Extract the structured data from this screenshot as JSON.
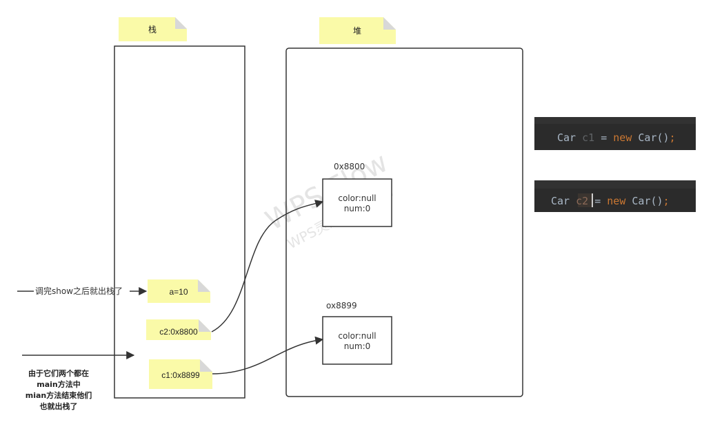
{
  "stack": {
    "label": "栈"
  },
  "heap": {
    "label": "堆"
  },
  "watermark": {
    "line1": "WPS Flow",
    "line2": "WPS灵感·协同助力"
  },
  "objects": [
    {
      "address": "0x8800",
      "field1": "color:null",
      "field2": "num:0"
    },
    {
      "address": "ox8899",
      "field1": "color:null",
      "field2": "num:0"
    }
  ],
  "stack_items": {
    "a": "a=10",
    "c2": "c2:0x8800",
    "c1": "c1:0x8899"
  },
  "annotations": {
    "show_note": "调完show之后就出栈了",
    "main_note": [
      "由于它们两个都在",
      "main方法中",
      "mian方法结束他们",
      "也就出栈了"
    ]
  },
  "code_snippets": [
    {
      "tokens": [
        {
          "text": "Car",
          "color": "#a9b7c6"
        },
        {
          "text": " c1",
          "color": "#606366"
        },
        {
          "text": " =",
          "color": "#a9b7c6"
        },
        {
          "text": " new",
          "color": "#cc7832"
        },
        {
          "text": " Car()",
          "color": "#a9b7c6"
        },
        {
          "text": ";",
          "color": "#cc7832"
        }
      ]
    },
    {
      "tokens": [
        {
          "text": "Car",
          "color": "#a9b7c6"
        },
        {
          "text": " c2",
          "color": "#8c6a58"
        },
        {
          "text": " =",
          "color": "#a9b7c6"
        },
        {
          "text": " new",
          "color": "#cc7832"
        },
        {
          "text": " Car()",
          "color": "#a9b7c6"
        },
        {
          "text": ";",
          "color": "#cc7832"
        }
      ]
    }
  ],
  "colors": {
    "note_fill": "#fafaa8",
    "note_fold": "#d8d8d8",
    "stroke": "#333333",
    "code_bg": "#2b2b2b"
  }
}
